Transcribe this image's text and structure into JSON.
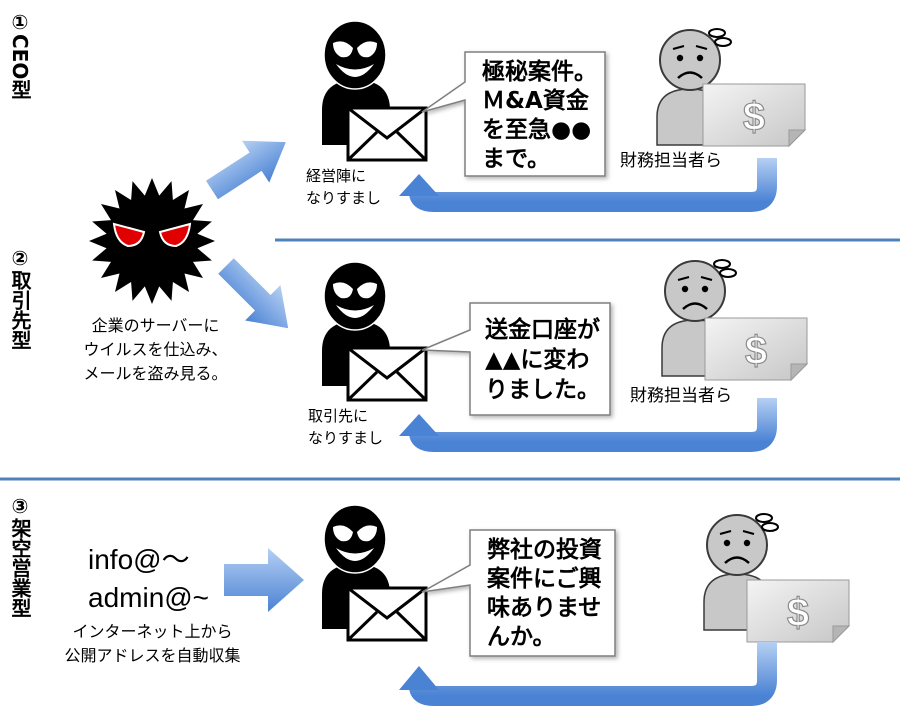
{
  "sections": [
    {
      "label": "①CEO型",
      "message": [
        "極秘案件。",
        "Ｍ&A資金",
        "を至急●●",
        "まで。"
      ],
      "impersonation": [
        "経営陣に",
        "なりすまし"
      ],
      "target": "財務担当者ら"
    },
    {
      "label": "②取引先型",
      "message": [
        "送金口座が",
        "▲▲に変わ",
        "りました。"
      ],
      "impersonation": [
        "取引先に",
        "なりすまし"
      ],
      "target": "財務担当者ら"
    },
    {
      "label": "③架空営業型",
      "message": [
        "弊社の投資",
        "案件にご興",
        "味ありませ",
        "んか。"
      ]
    }
  ],
  "attacker_note": [
    "企業のサーバーに",
    "ウイルスを仕込み、",
    "メールを盗み見る。"
  ],
  "address_harvest": {
    "addresses": [
      "info@～",
      "admin@~"
    ],
    "note": [
      "インターネット上から",
      "公開アドレスを自動収集"
    ]
  },
  "dollar_symbol": "$",
  "colors": {
    "arrow": "#4a82d4",
    "arrow_light": "#b6d0f3",
    "separator": "#4f81bd",
    "villain": "#000000",
    "virus_eye": "#e00000",
    "person": "#c8c8c8",
    "bubble_border": "#7f7f7f"
  }
}
